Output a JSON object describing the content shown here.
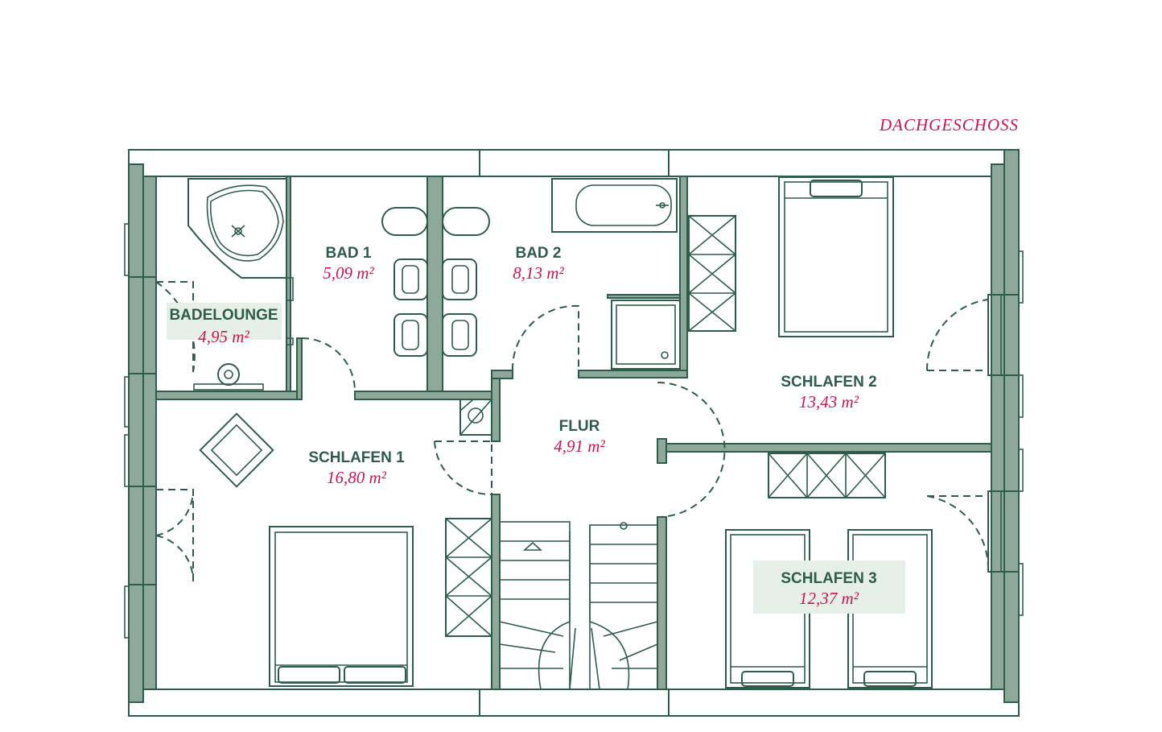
{
  "title": "DACHGESCHOSS",
  "rooms": {
    "badelounge": {
      "name": "BADELOUNGE",
      "area": "4,95 m²"
    },
    "bad1": {
      "name": "BAD 1",
      "area": "5,09 m²"
    },
    "bad2": {
      "name": "BAD 2",
      "area": "8,13 m²"
    },
    "schlafen1": {
      "name": "SCHLAFEN 1",
      "area": "16,80 m²"
    },
    "flur": {
      "name": "FLUR",
      "area": "4,91 m²"
    },
    "schlafen2": {
      "name": "SCHLAFEN 2",
      "area": "13,43 m²"
    },
    "schlafen3": {
      "name": "SCHLAFEN 3",
      "area": "12,37 m²"
    }
  },
  "colors": {
    "line": "#2e5d4a",
    "wall_fill": "#8fa89c",
    "label_highlight": "#e6efe8",
    "area_text": "#c8174d"
  }
}
